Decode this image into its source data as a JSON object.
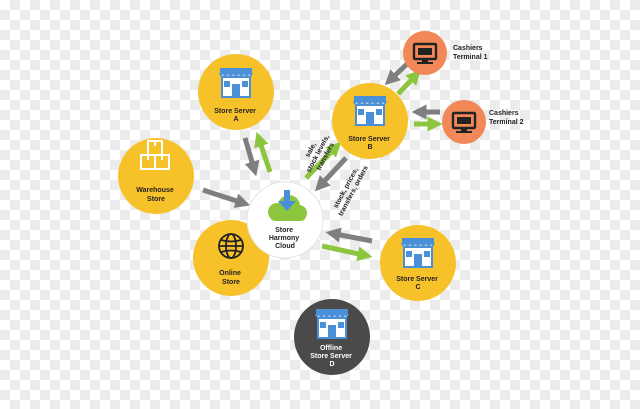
{
  "colors": {
    "node_yellow": "#f7c12a",
    "node_orange": "#f28857",
    "node_gray": "#4a4a4a",
    "cloud_center": "#ffffff",
    "cloud_icon": "#8cc63f",
    "store_blue": "#4a90d9",
    "arrow_gray": "#7f7f7f",
    "arrow_green": "#8cc63f",
    "text_dark": "#222222",
    "text_light": "#ffffff"
  },
  "nodes": {
    "cloud": {
      "lines": [
        "Store",
        "Harmony",
        "Cloud"
      ],
      "icon": "cloud-icon"
    },
    "server_a": {
      "lines": [
        "Store Server",
        "A"
      ],
      "icon": "store-icon"
    },
    "server_b": {
      "lines": [
        "Store Server",
        "B"
      ],
      "icon": "store-icon"
    },
    "server_c": {
      "lines": [
        "Store Server",
        "C"
      ],
      "icon": "store-icon"
    },
    "server_d": {
      "lines": [
        "Offline",
        "Store Server",
        "D"
      ],
      "icon": "store-icon"
    },
    "warehouse": {
      "lines": [
        "Warehouse",
        "Store"
      ],
      "icon": "boxes-icon"
    },
    "online": {
      "lines": [
        "Online",
        "Store"
      ],
      "icon": "globe-icon"
    },
    "terminal1": {
      "lines": [
        "Cashiers",
        "Terminal 1"
      ],
      "icon": "monitor-icon"
    },
    "terminal2": {
      "lines": [
        "Cashiers",
        "Terminal 2"
      ],
      "icon": "monitor-icon"
    }
  },
  "flow_labels": {
    "up": [
      "sale,",
      "stock levels,",
      "transfers"
    ],
    "down": [
      "stock, prices,",
      "transfers, orders"
    ]
  }
}
